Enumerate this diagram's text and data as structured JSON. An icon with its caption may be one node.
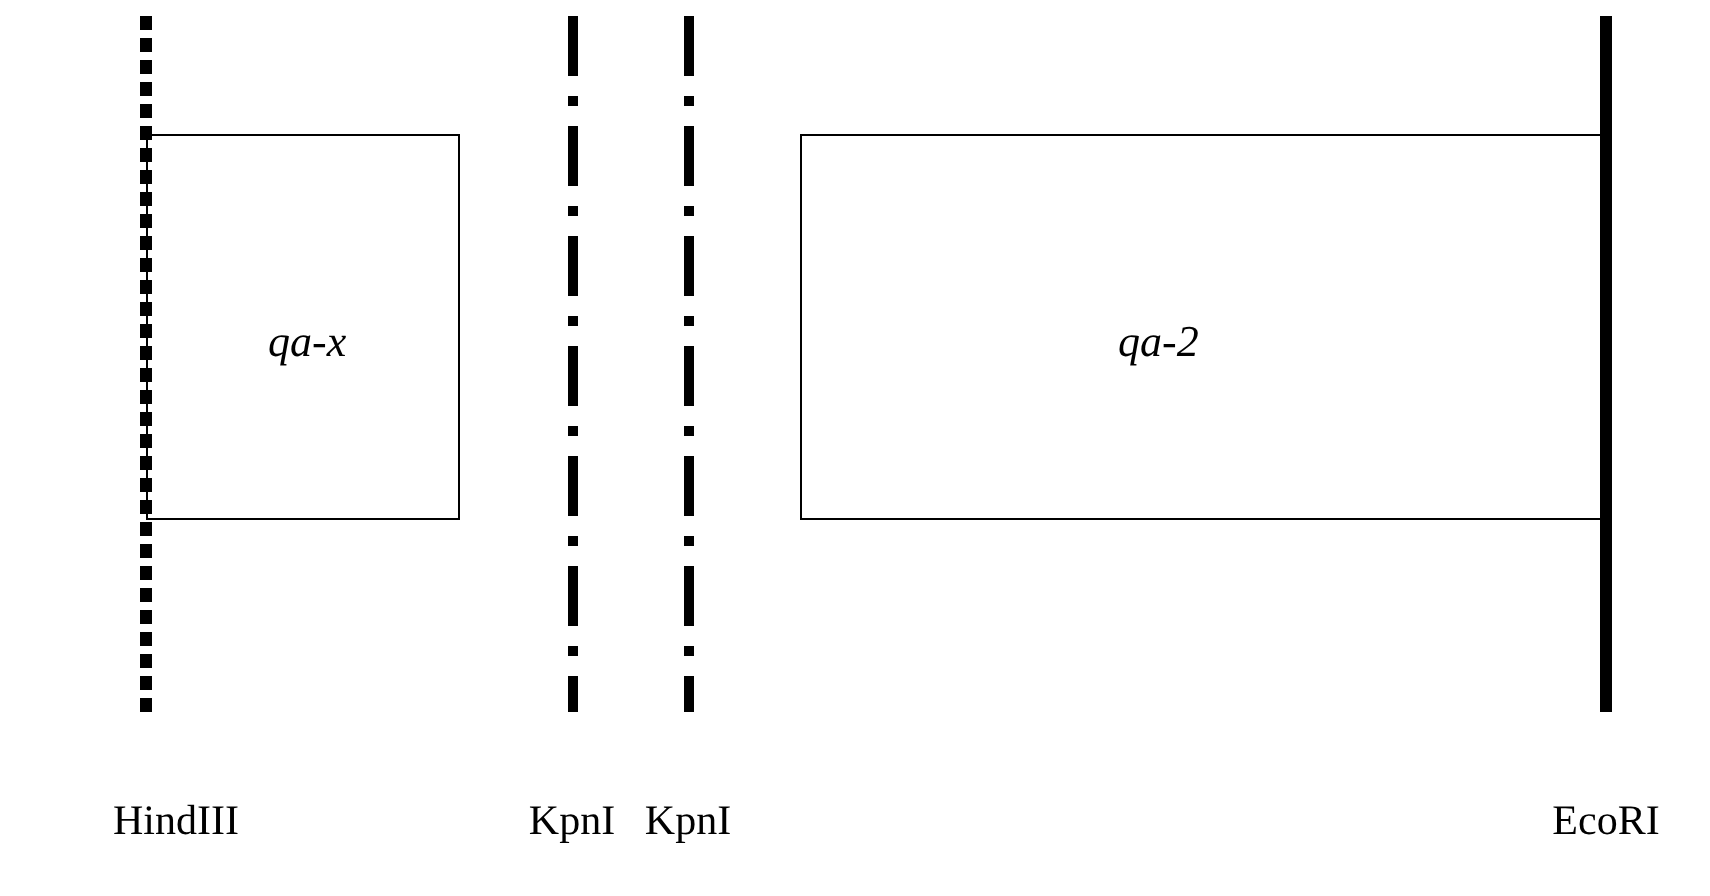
{
  "diagram": {
    "nodes": [
      {
        "text": [
          "qa-x"
        ]
      },
      {
        "text": [
          "qa-2"
        ]
      }
    ],
    "labels": [
      "HindIII",
      "KpnI",
      "KpnI",
      "EcoRI"
    ]
  }
}
